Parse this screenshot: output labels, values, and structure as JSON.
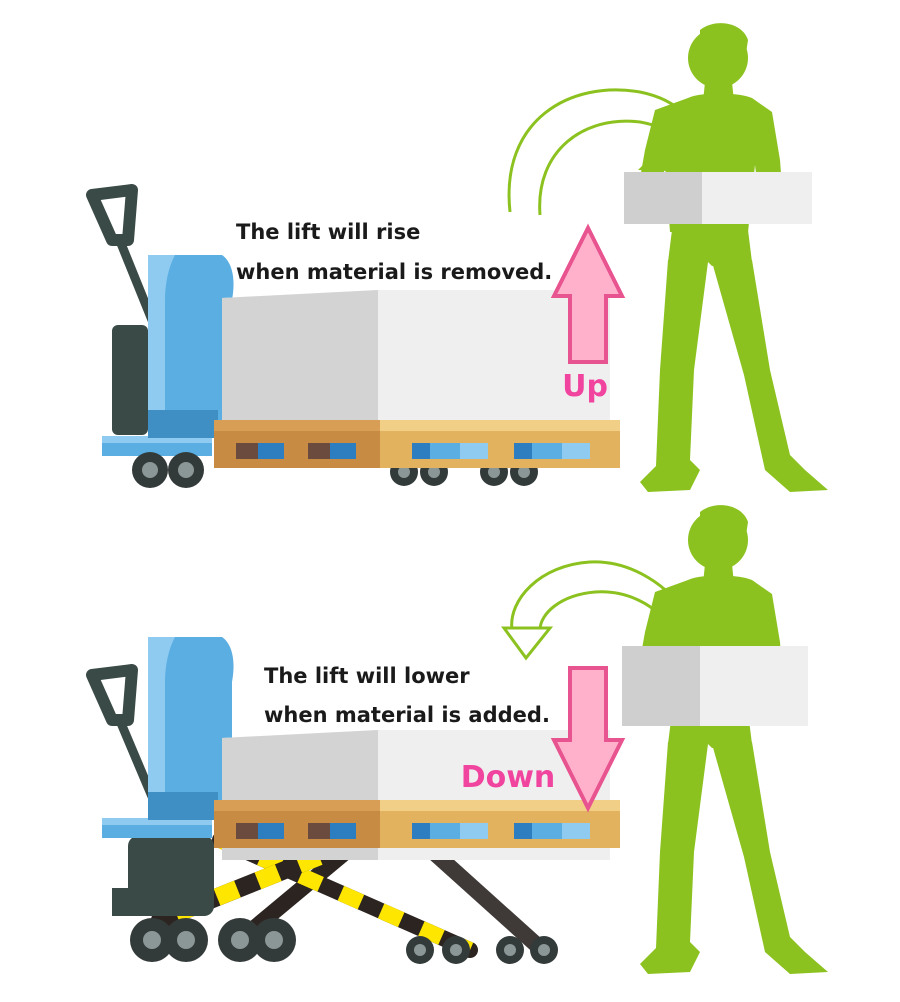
{
  "top_panel": {
    "caption_line1": "The lift will rise",
    "caption_line2": "when material is removed.",
    "arrow_label": "Up"
  },
  "bottom_panel": {
    "caption_line1": "The lift will lower",
    "caption_line2": "when material is added.",
    "arrow_label": "Down"
  },
  "colors": {
    "person": "#8cc21f",
    "lift_body": "#5aaee2",
    "lift_body_light": "#8fcaf0",
    "handle": "#3a4a46",
    "pallet": "#e2b25e",
    "pallet_dark": "#c88b43",
    "box_light": "#efefef",
    "box_shade": "#cfcfcf",
    "arrow_fill": "#ffb1cc",
    "arrow_stroke": "#e8548f",
    "label": "#f0449e",
    "hazard_yellow": "#ffe600",
    "hazard_black": "#2b2420"
  }
}
